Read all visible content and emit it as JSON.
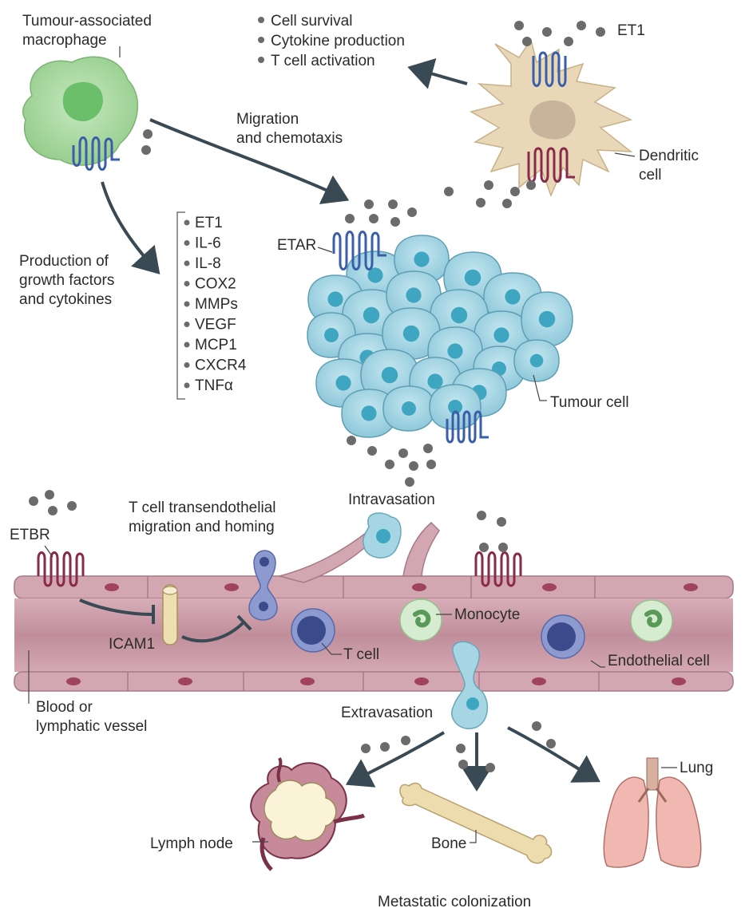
{
  "labels": {
    "tam_line1": "Tumour-associated",
    "tam_line2": "macrophage",
    "dc_line1": "Dendritic",
    "dc_line2": "cell",
    "et1": "ET1",
    "migration_line1": "Migration",
    "migration_line2": "and chemotaxis",
    "production_line1": "Production of",
    "production_line2": "growth factors",
    "production_line3": "and cytokines",
    "etar": "ETAR",
    "tumour_cell": "Tumour cell",
    "intravasation": "Intravasation",
    "tcell_migration_line1": "T cell transendothelial",
    "tcell_migration_line2": "migration and homing",
    "etbr": "ETBR",
    "icam1": "ICAM1",
    "t_cell": "T cell",
    "monocyte": "Monocyte",
    "endothelial_cell": "Endothelial cell",
    "vessel_line1": "Blood or",
    "vessel_line2": "lymphatic vessel",
    "extravasation": "Extravasation",
    "lymph_node": "Lymph node",
    "bone": "Bone",
    "lung": "Lung",
    "metastatic_colonization": "Metastatic colonization"
  },
  "dc_effects": [
    "Cell survival",
    "Cytokine production",
    "T cell activation"
  ],
  "factors": [
    "ET1",
    "IL-6",
    "IL-8",
    "COX2",
    "MMPs",
    "VEGF",
    "MCP1",
    "CXCR4",
    "TNFα"
  ],
  "colors": {
    "arrow": "#3a4a55",
    "ligand": "#6b6b6b",
    "macrophage": "#a8d8a0",
    "dendritic": "#e6d5b4",
    "tumour": "#a6d6e4",
    "tumour_nucleus": "#3fa6c2",
    "vessel": "#c99aa6",
    "receptor_blue": "#3b5ea8",
    "receptor_red": "#8a2a4a",
    "tcell": "#7f8fcc",
    "monocyte": "#cfe8c8",
    "lung": "#f0b8b0",
    "bone": "#ecdcae"
  }
}
